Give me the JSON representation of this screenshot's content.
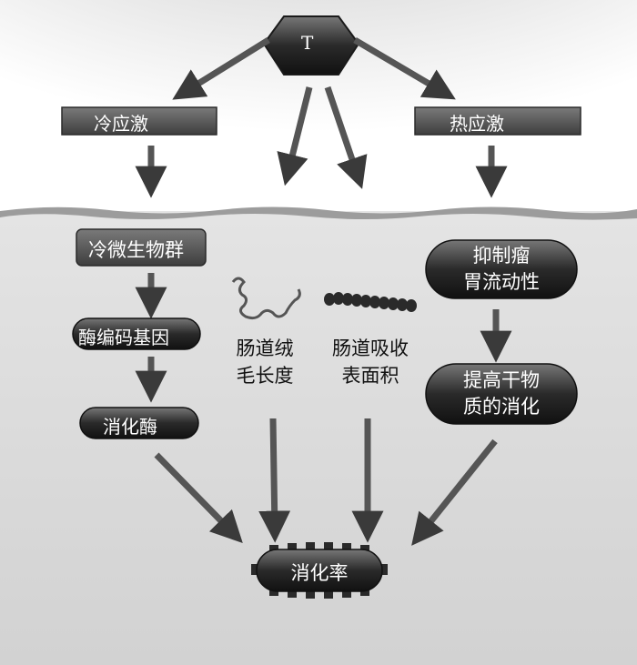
{
  "top_node": {
    "label": "T"
  },
  "stress": {
    "cold": "冷应激",
    "heat": "热应激"
  },
  "cold_path": {
    "microbiota": "冷微生物群",
    "gene": "酶编码基因",
    "enzyme": "消化酶"
  },
  "middle": {
    "villus_line1": "肠道绒",
    "villus_line2": "毛长度",
    "absorb_line1": "肠道吸收",
    "absorb_line2": "表面积"
  },
  "heat_path": {
    "inhibit_line1": "抑制瘤",
    "inhibit_line2": "胃流动性",
    "improve_line1": "提高干物",
    "improve_line2": "质的消化"
  },
  "outcome": {
    "label": "消化率"
  }
}
